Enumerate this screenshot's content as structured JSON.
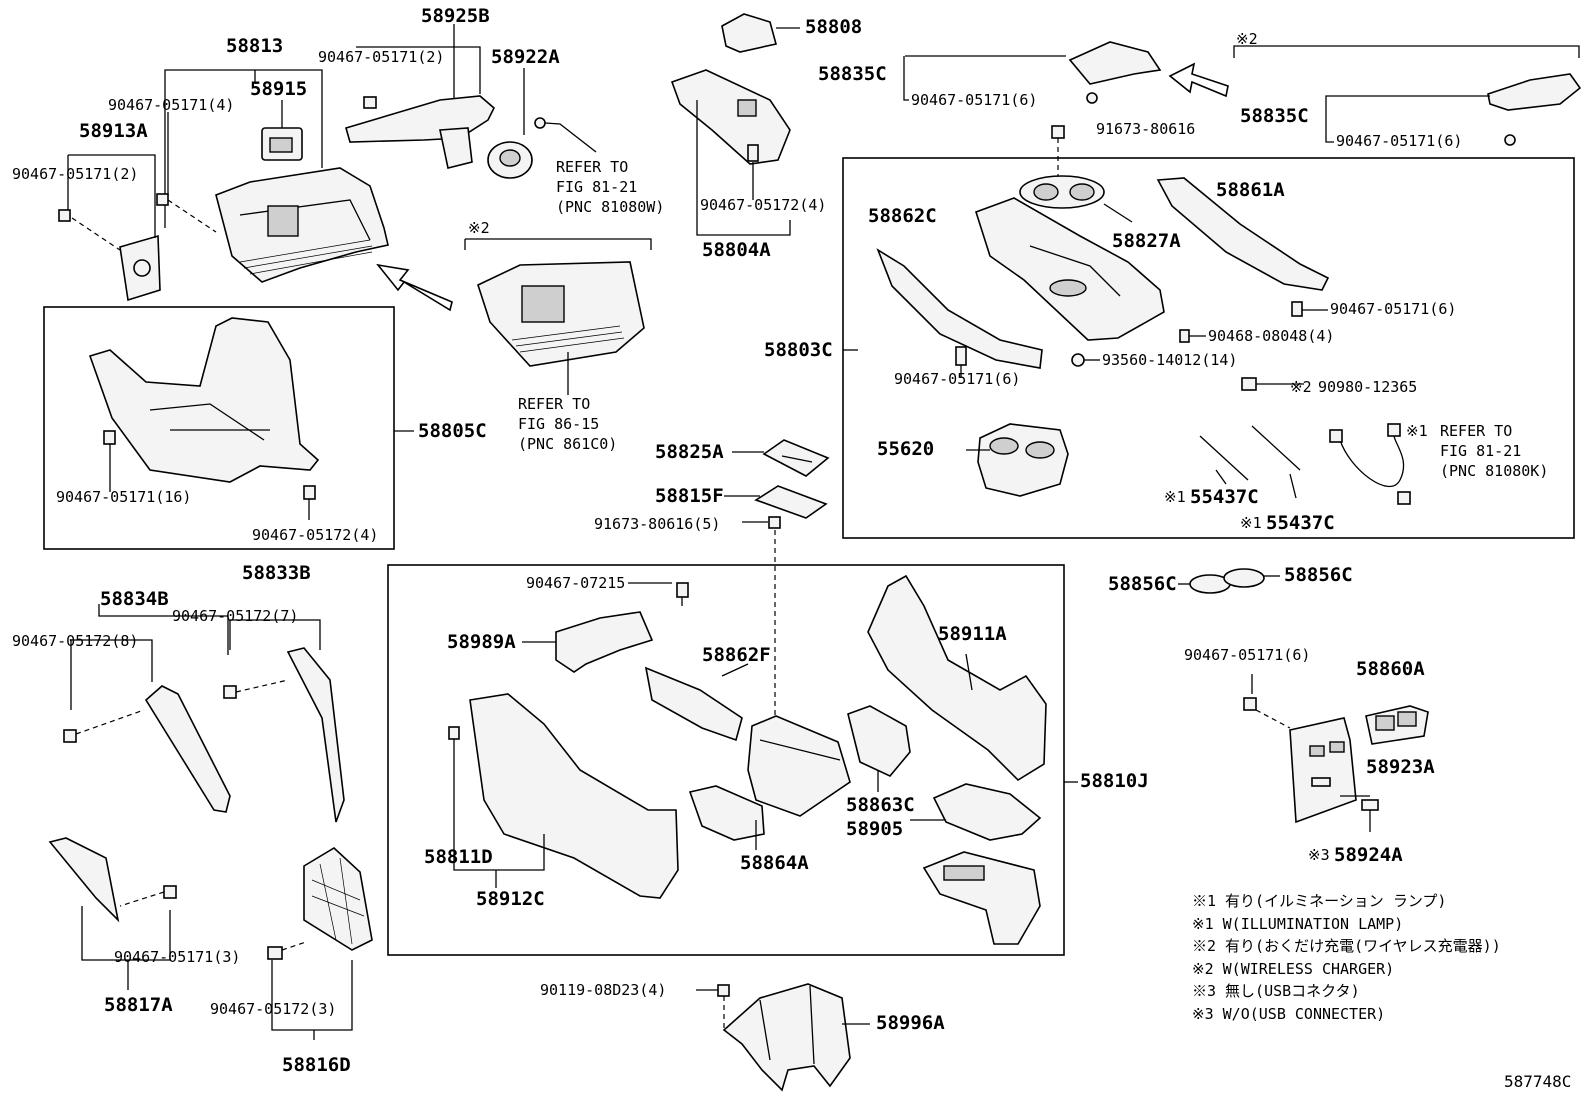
{
  "diagram_id": "587748C",
  "labels": {
    "p58925B": "58925B",
    "p58813": "58813",
    "p90467_05171_2_top": "90467-05171(2)",
    "p58922A": "58922A",
    "p58915": "58915",
    "p90467_05171_4": "90467-05171(4)",
    "p58913A": "58913A",
    "p90467_05171_2_left": "90467-05171(2)",
    "p58808": "58808",
    "p58835C_a": "58835C",
    "p90467_05171_6_a": "90467-05171(6)",
    "p58835C_b": "58835C",
    "p90467_05171_6_b": "90467-05171(6)",
    "p91673_80616": "91673-80616",
    "p58861A": "58861A",
    "p58862C": "58862C",
    "p58827A": "58827A",
    "p90467_05172_4_top": "90467-05172(4)",
    "p58804A": "58804A",
    "p90467_05171_6_c": "90467-05171(6)",
    "p90468_08048_4": "90468-08048(4)",
    "p58803C": "58803C",
    "p93560_14012_14": "93560-14012(14)",
    "p90467_05171_6_d": "90467-05171(6)",
    "p90980_12365": "90980-12365",
    "p55620": "55620",
    "p55437C_a": "55437C",
    "p55437C_b": "55437C",
    "p58805C": "58805C",
    "p90467_05171_16": "90467-05171(16)",
    "p90467_05172_4_box": "90467-05172(4)",
    "p58825A": "58825A",
    "p58815F": "58815F",
    "p91673_80616_5": "91673-80616(5)",
    "p58856C_a": "58856C",
    "p58856C_b": "58856C",
    "p58834B": "58834B",
    "p58833B": "58833B",
    "p90467_05172_7": "90467-05172(7)",
    "p90467_05172_8": "90467-05172(8)",
    "p90467_07215": "90467-07215",
    "p58989A": "58989A",
    "p58862F": "58862F",
    "p58911A": "58911A",
    "p90467_05171_6_e": "90467-05171(6)",
    "p58860A": "58860A",
    "p58923A": "58923A",
    "p58924A": "58924A",
    "p58810J": "58810J",
    "p58863C": "58863C",
    "p58905": "58905",
    "p58811D": "58811D",
    "p58912C": "58912C",
    "p58864A": "58864A",
    "p58817A": "58817A",
    "p90467_05171_3": "90467-05171(3)",
    "p90467_05172_3": "90467-05172(3)",
    "p58816D": "58816D",
    "p90119_08D23_4": "90119-08D23(4)",
    "p58996A": "58996A"
  },
  "marks": {
    "n2_top_right": "※2",
    "n2_center": "※2",
    "n2_90980": "※2",
    "n1_refer": "※1",
    "n1_55437C_a": "※1",
    "n1_55437C_b": "※1",
    "n3_58924A": "※3"
  },
  "refers": {
    "r81_21_top": [
      "REFER TO",
      "FIG 81-21",
      "(PNC 81080W)"
    ],
    "r86_15": [
      "REFER TO",
      "FIG 86-15",
      "(PNC 861C0)"
    ],
    "r81_21_right": [
      "REFER TO",
      "FIG 81-21",
      "(PNC 81080K)"
    ]
  },
  "legend": [
    "※1  有り(イルミネーション ランプ)",
    "※1  W(ILLUMINATION LAMP)",
    "※2  有り(おくだけ充電(ワイヤレス充電器))",
    "※2  W(WIRELESS CHARGER)",
    "※3  無し(USBコネクタ)",
    "※3  W/O(USB CONNECTER)"
  ]
}
